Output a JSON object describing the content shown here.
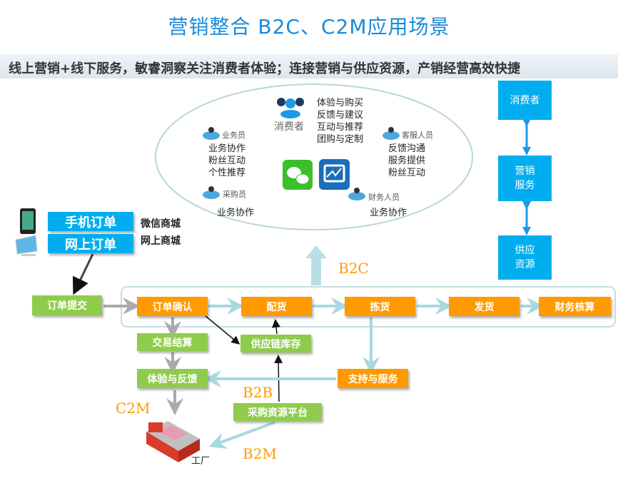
{
  "title": "营销整合 B2C、C2M应用场景",
  "subtitle": "线上营销+线下服务，敏睿洞察关注消费者体验；连接营销与供应资源，产销经营高效快捷",
  "ellipse": {
    "consumer": {
      "label": "消费者",
      "items": [
        "体验与购买",
        "反馈与建议",
        "互动与推荐",
        "团购与定制"
      ]
    },
    "salesperson": {
      "label": "业务员",
      "items": [
        "业务协作",
        "粉丝互动",
        "个性推荐"
      ]
    },
    "service": {
      "label": "客服人员",
      "items": [
        "反馈沟通",
        "服务提供",
        "粉丝互动"
      ]
    },
    "purchaser": {
      "label": "采购员",
      "items": [
        "业务协作"
      ]
    },
    "finance": {
      "label": "财务人员",
      "items": [
        "业务协作"
      ]
    }
  },
  "right_column": [
    "消费者",
    "营销\n服务",
    "供应\n资源"
  ],
  "orders": {
    "mobile": "手机订单",
    "web": "网上订单",
    "wechat_mall": "微信商城",
    "web_mall": "网上商城"
  },
  "flow": {
    "submit": "订单提交",
    "confirm": "订单确认",
    "allocate": "配货",
    "pick": "拣货",
    "ship": "发货",
    "finance": "财务核算",
    "settle": "交易结算",
    "inventory": "供应链库存",
    "feedback": "体验与反馈",
    "support": "支持与服务",
    "procurement": "采购资源平台",
    "factory": "工厂"
  },
  "labels": {
    "b2c": "B2C",
    "b2b": "B2B",
    "c2m": "C2M",
    "b2m": "B2M"
  },
  "colors": {
    "title": "#1a8ad8",
    "green": "#8fcc4c",
    "orange": "#ff9a00",
    "blue": "#00aeef"
  }
}
